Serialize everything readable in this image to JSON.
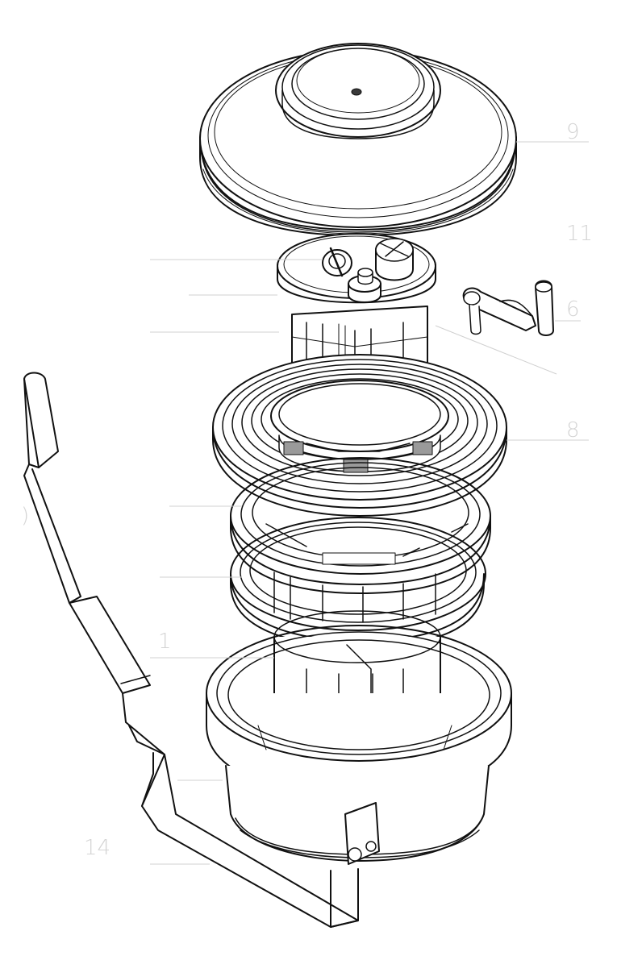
{
  "diagram": {
    "callouts": [
      {
        "id": "9",
        "text": "9"
      },
      {
        "id": "11",
        "text": "11"
      },
      {
        "id": "6",
        "text": "6"
      },
      {
        "id": "8",
        "text": "8"
      },
      {
        "id": "1",
        "text": "1"
      },
      {
        "id": "14",
        "text": "14"
      },
      {
        "id": "paren",
        "text": ")"
      }
    ],
    "parts": [
      "lid",
      "filter-cap",
      "crank-handle",
      "feed-chute",
      "juicing-screen",
      "ring-1",
      "ring-2",
      "bowl",
      "clamp-arm"
    ],
    "colors": {
      "line": "#111111",
      "callout": "#d4d4d4",
      "background": "#ffffff"
    }
  }
}
